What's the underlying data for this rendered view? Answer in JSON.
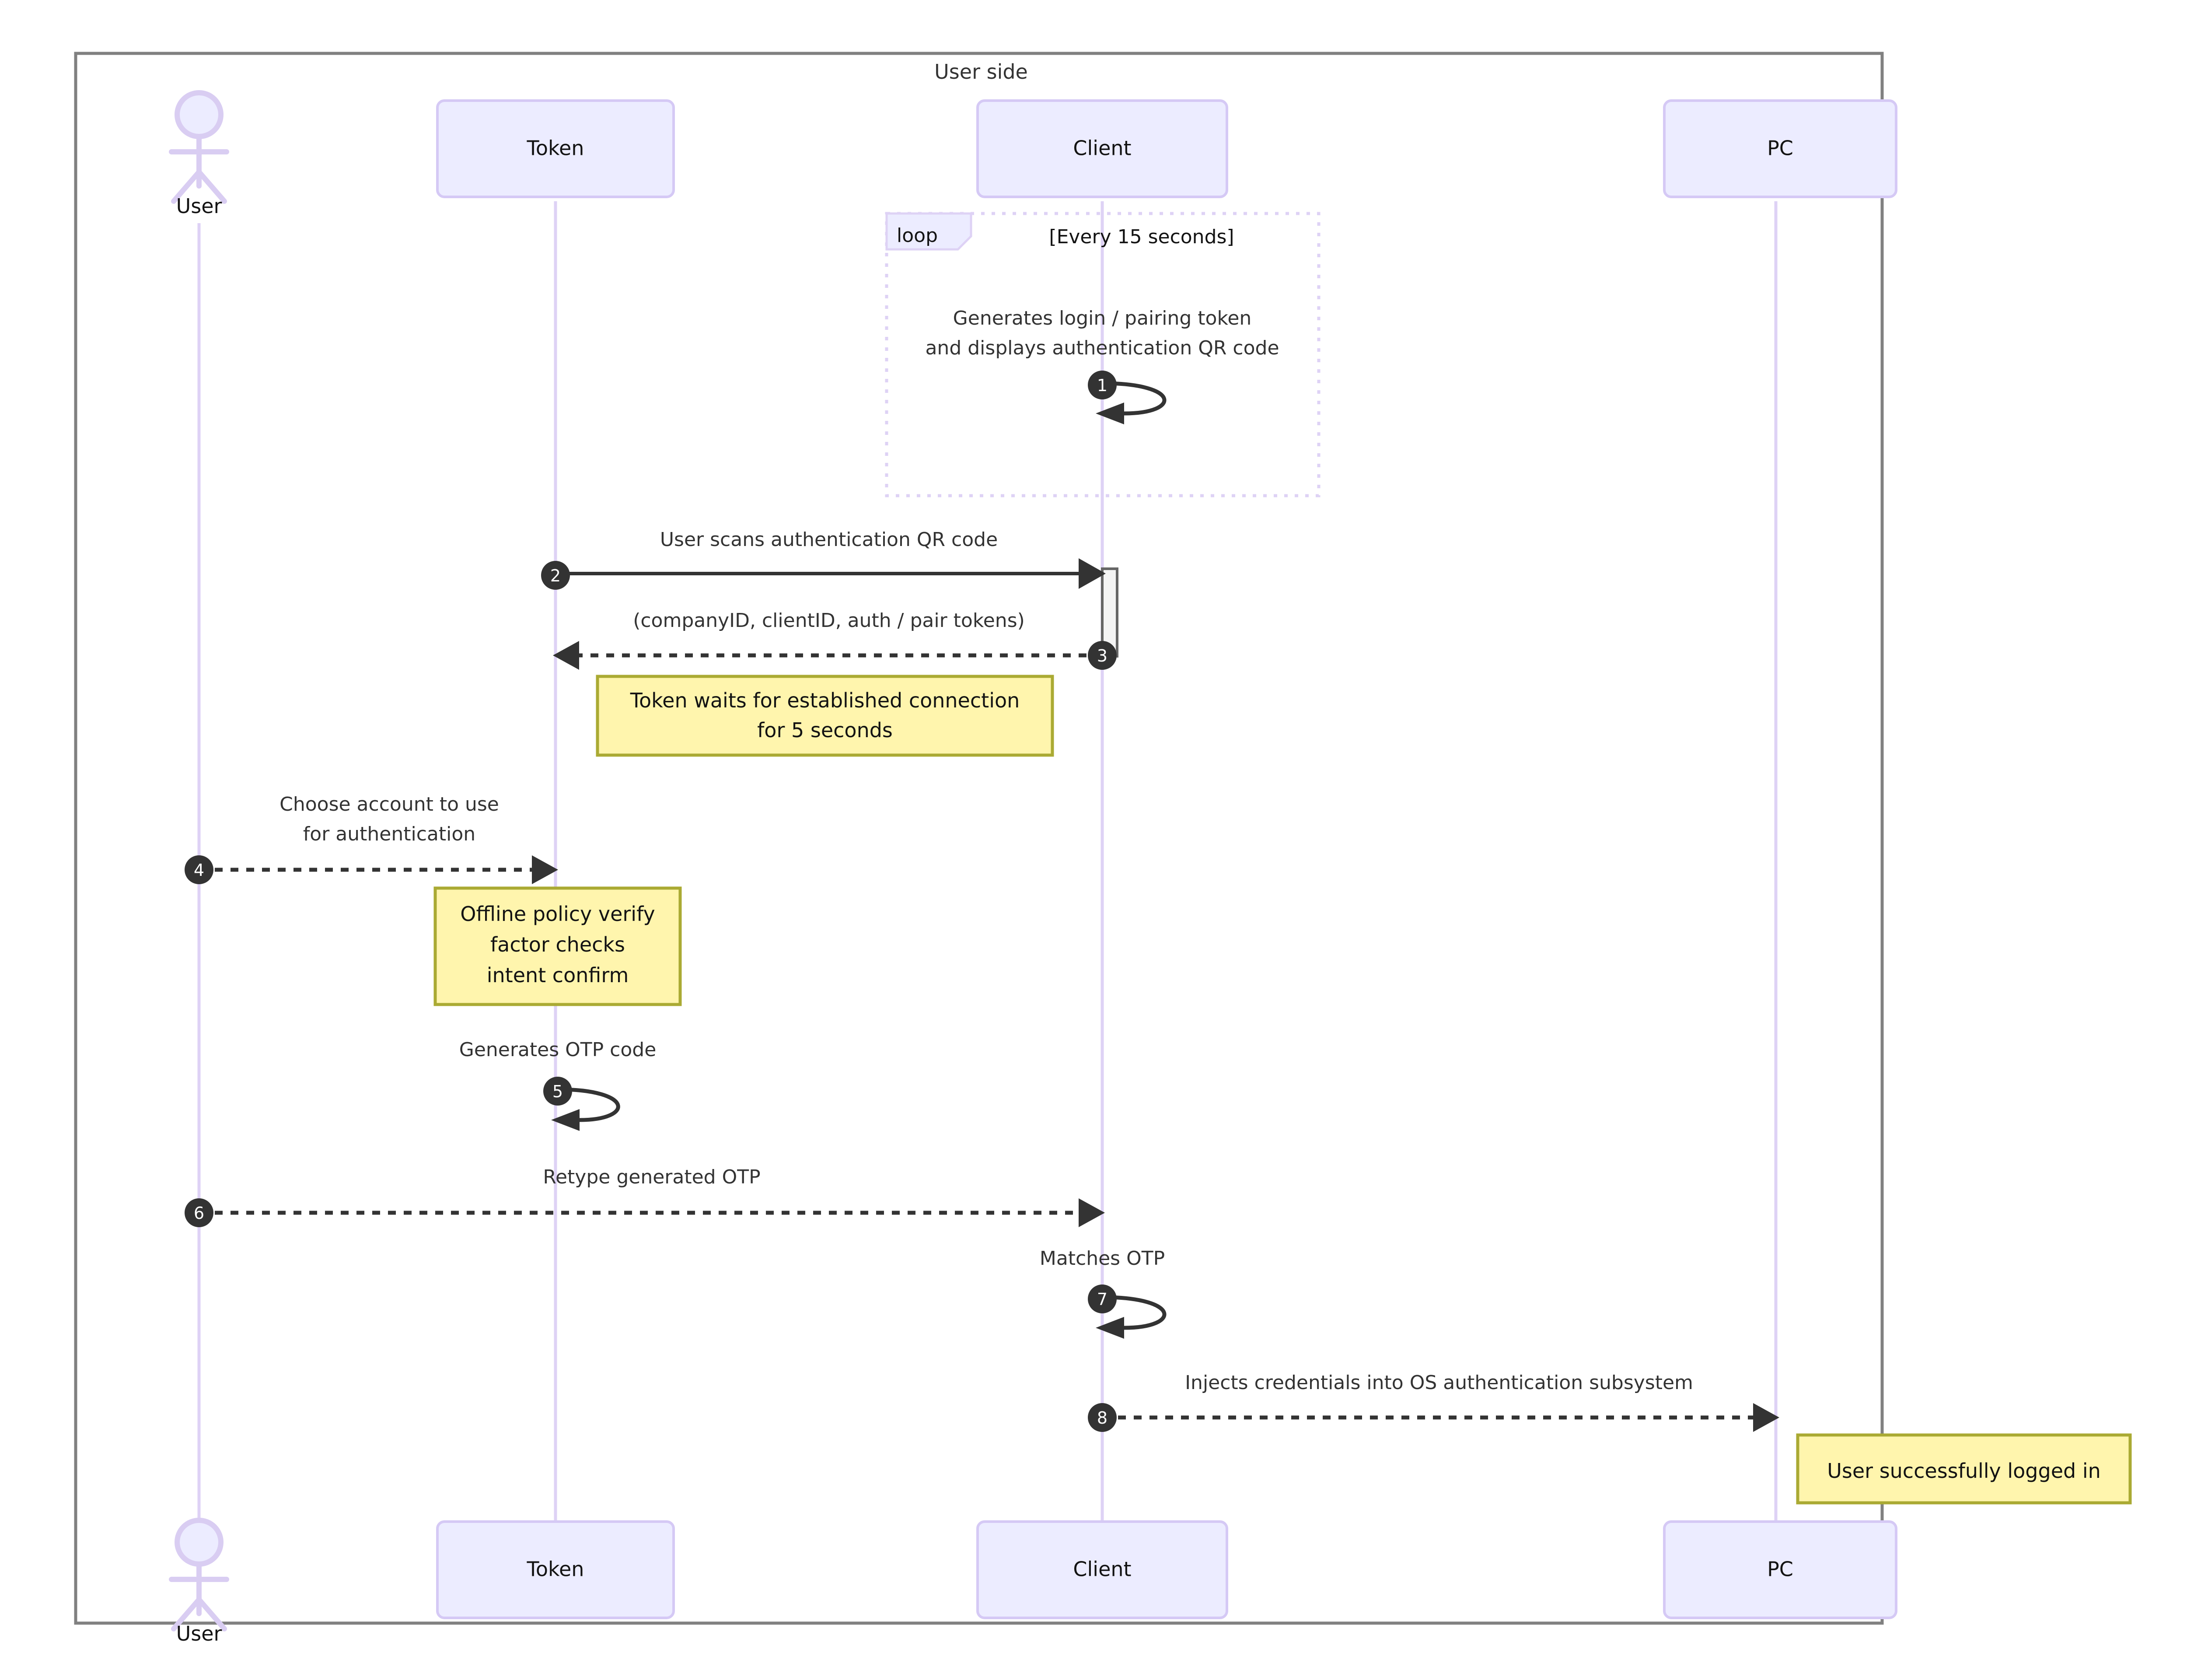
{
  "frame": {
    "title": "User side"
  },
  "participants": [
    {
      "id": "user",
      "label": "User",
      "type": "actor"
    },
    {
      "id": "token",
      "label": "Token",
      "type": "box"
    },
    {
      "id": "client",
      "label": "Client",
      "type": "box"
    },
    {
      "id": "pc",
      "label": "PC",
      "type": "box"
    }
  ],
  "participants_bottom": [
    {
      "id": "user",
      "label": "User",
      "type": "actor"
    },
    {
      "id": "token",
      "label": "Token",
      "type": "box"
    },
    {
      "id": "client",
      "label": "Client",
      "type": "box"
    },
    {
      "id": "pc",
      "label": "PC",
      "type": "box"
    }
  ],
  "fragment": {
    "kind": "loop",
    "condition": "[Every 15 seconds]"
  },
  "messages": [
    {
      "number": "1",
      "label_line1": "Generates login / pairing token",
      "label_line2": "and displays authentication QR code",
      "from": "client",
      "to": "client",
      "style": "solid",
      "self": true
    },
    {
      "number": "2",
      "label_line1": "User scans authentication QR code",
      "from": "token",
      "to": "client",
      "style": "solid",
      "self": false
    },
    {
      "number": "3",
      "label_line1": "(companyID, clientID, auth / pair tokens)",
      "from": "client",
      "to": "token",
      "style": "dashed",
      "self": false
    },
    {
      "number": "4",
      "label_line1": "Choose account to use",
      "label_line2": "for authentication",
      "from": "user",
      "to": "token",
      "style": "dashed",
      "self": false
    },
    {
      "number": "5",
      "label_line1": "Generates OTP code",
      "from": "token",
      "to": "token",
      "style": "solid",
      "self": true
    },
    {
      "number": "6",
      "label_line1": "Retype generated OTP",
      "from": "user",
      "to": "client",
      "style": "dashed",
      "self": false
    },
    {
      "number": "7",
      "label_line1": "Matches OTP",
      "from": "client",
      "to": "client",
      "style": "solid",
      "self": true
    },
    {
      "number": "8",
      "label_line1": "Injects credentials into OS authentication subsystem",
      "from": "client",
      "to": "pc",
      "style": "dashed",
      "self": false
    }
  ],
  "notes": [
    {
      "id": "note-token-wait",
      "line1": "Token waits for established connection",
      "line2": "for 5 seconds"
    },
    {
      "id": "note-offline-policy",
      "line1": "Offline policy verify",
      "line2": "factor checks",
      "line3": "intent confirm"
    },
    {
      "id": "note-logged-in",
      "line1": "User successfully logged in"
    }
  ],
  "colors": {
    "participant_fill": "#ececff",
    "participant_stroke": "#d5c9f5",
    "lifeline": "#ded2f5",
    "note_fill": "#fff5ad",
    "note_stroke": "#aaaa33",
    "arrow": "#333333",
    "frame_stroke": "#808080",
    "activation_fill": "#f4f4f4"
  }
}
